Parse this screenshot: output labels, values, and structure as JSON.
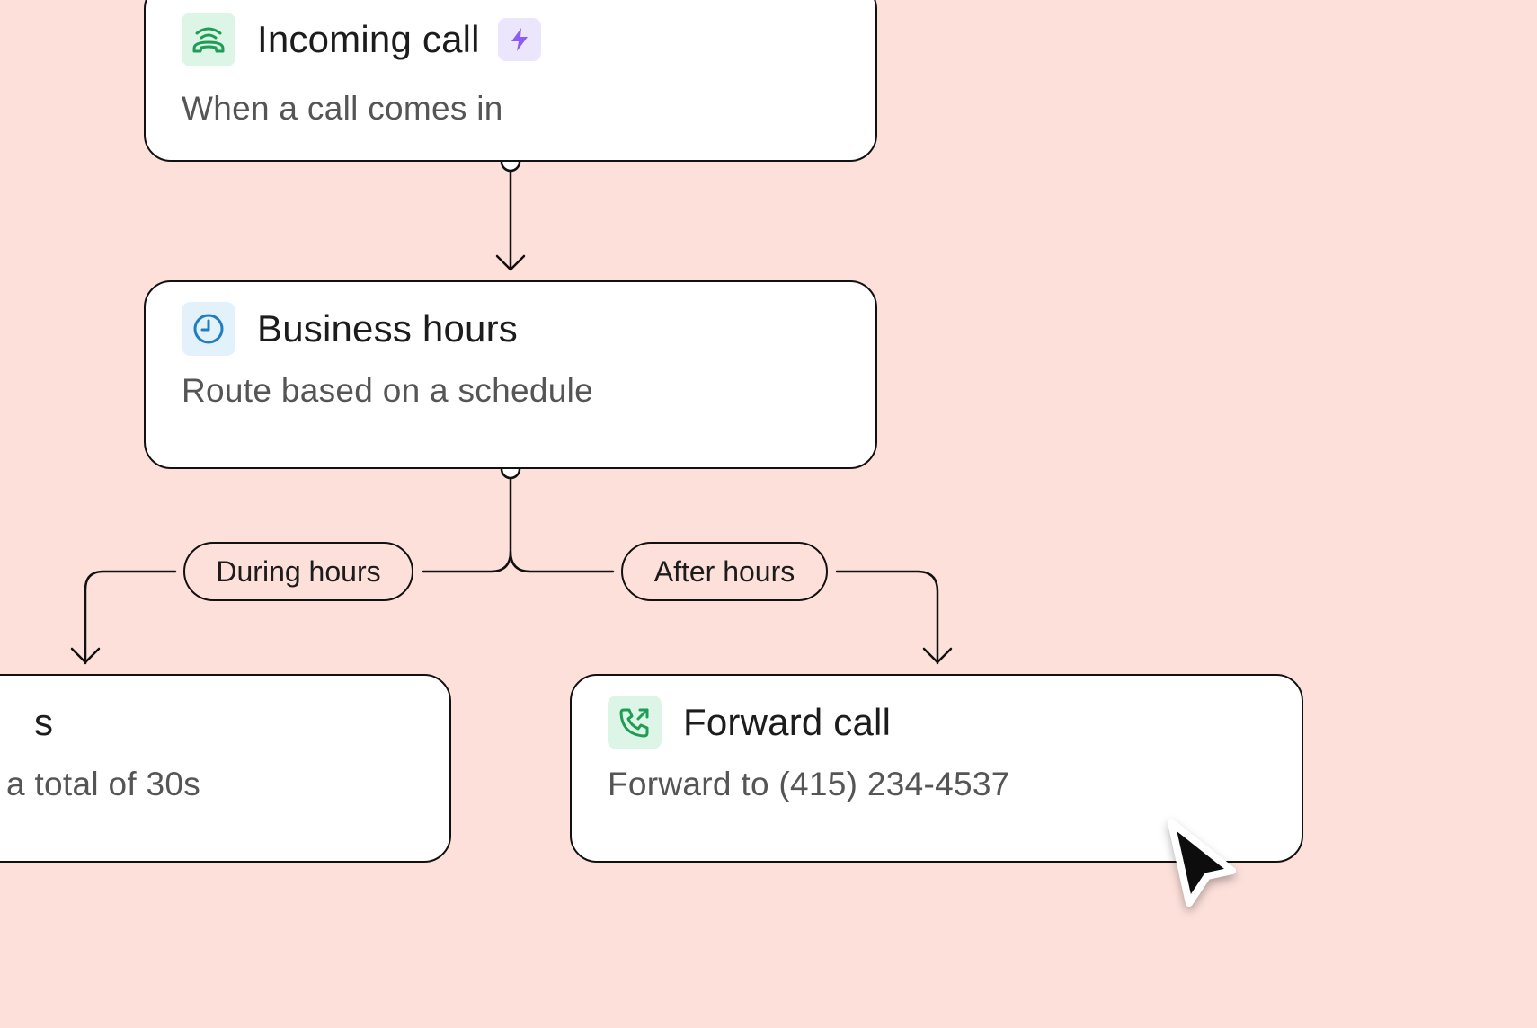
{
  "workflow": {
    "nodes": [
      {
        "id": "incoming-call",
        "title": "Incoming call",
        "subtitle": "When a call comes in",
        "icon": "phone-incoming-icon",
        "badge_icon": "lightning-bolt-icon"
      },
      {
        "id": "business-hours",
        "title": "Business hours",
        "subtitle": "Route based on a schedule",
        "icon": "clock-icon"
      },
      {
        "id": "ring-users",
        "title": "s",
        "subtitle": "a total of 30s",
        "icon": ""
      },
      {
        "id": "forward-call",
        "title": "Forward call",
        "subtitle": "Forward to (415) 234-4537",
        "icon": "phone-forward-icon"
      }
    ],
    "branches": [
      {
        "label": "During hours"
      },
      {
        "label": "After hours"
      }
    ]
  },
  "colors": {
    "canvas_background": "#fde0da",
    "node_background": "#ffffff",
    "border": "#111111",
    "green_icon": "#1f9d55",
    "green_icon_background": "#dcf5e6",
    "blue_icon": "#1d7ec2",
    "blue_icon_background": "#e3f1fb",
    "purple_badge": "#8b5cf6",
    "purple_badge_background": "#ece6fd"
  },
  "cursor": {
    "icon": "arrow-cursor-icon"
  }
}
